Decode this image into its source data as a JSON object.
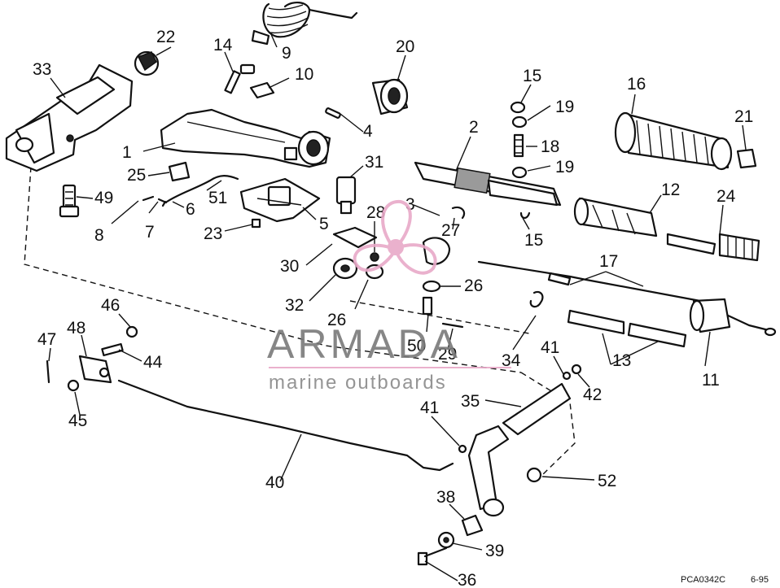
{
  "figure_code": "PCA0342C",
  "figure_date": "6-95",
  "watermark": {
    "name": "ARMADA",
    "tagline": "marine outboards",
    "name_color": "#7a7a7a",
    "tagline_color": "#8a8a8a",
    "accent_color": "#e8a9c8"
  },
  "callouts": [
    {
      "id": "c1",
      "label": "1"
    },
    {
      "id": "c2",
      "label": "2"
    },
    {
      "id": "c3",
      "label": "3"
    },
    {
      "id": "c4",
      "label": "4"
    },
    {
      "id": "c5",
      "label": "5"
    },
    {
      "id": "c6",
      "label": "6"
    },
    {
      "id": "c7",
      "label": "7"
    },
    {
      "id": "c8",
      "label": "8"
    },
    {
      "id": "c9",
      "label": "9"
    },
    {
      "id": "c10",
      "label": "10"
    },
    {
      "id": "c11",
      "label": "11"
    },
    {
      "id": "c12",
      "label": "12"
    },
    {
      "id": "c13",
      "label": "13"
    },
    {
      "id": "c14",
      "label": "14"
    },
    {
      "id": "c15a",
      "label": "15"
    },
    {
      "id": "c15b",
      "label": "15"
    },
    {
      "id": "c16",
      "label": "16"
    },
    {
      "id": "c17",
      "label": "17"
    },
    {
      "id": "c18",
      "label": "18"
    },
    {
      "id": "c19a",
      "label": "19"
    },
    {
      "id": "c19b",
      "label": "19"
    },
    {
      "id": "c20",
      "label": "20"
    },
    {
      "id": "c21",
      "label": "21"
    },
    {
      "id": "c22",
      "label": "22"
    },
    {
      "id": "c23",
      "label": "23"
    },
    {
      "id": "c24",
      "label": "24"
    },
    {
      "id": "c25",
      "label": "25"
    },
    {
      "id": "c26a",
      "label": "26"
    },
    {
      "id": "c26b",
      "label": "26"
    },
    {
      "id": "c27",
      "label": "27"
    },
    {
      "id": "c28",
      "label": "28"
    },
    {
      "id": "c29",
      "label": "29"
    },
    {
      "id": "c30",
      "label": "30"
    },
    {
      "id": "c31",
      "label": "31"
    },
    {
      "id": "c32",
      "label": "32"
    },
    {
      "id": "c33",
      "label": "33"
    },
    {
      "id": "c34",
      "label": "34"
    },
    {
      "id": "c35",
      "label": "35"
    },
    {
      "id": "c36",
      "label": "36"
    },
    {
      "id": "c38",
      "label": "38"
    },
    {
      "id": "c39",
      "label": "39"
    },
    {
      "id": "c40",
      "label": "40"
    },
    {
      "id": "c41a",
      "label": "41"
    },
    {
      "id": "c41b",
      "label": "41"
    },
    {
      "id": "c42",
      "label": "42"
    },
    {
      "id": "c44",
      "label": "44"
    },
    {
      "id": "c45",
      "label": "45"
    },
    {
      "id": "c46",
      "label": "46"
    },
    {
      "id": "c47",
      "label": "47"
    },
    {
      "id": "c48",
      "label": "48"
    },
    {
      "id": "c49",
      "label": "49"
    },
    {
      "id": "c50",
      "label": "50"
    },
    {
      "id": "c51",
      "label": "51"
    },
    {
      "id": "c52",
      "label": "52"
    }
  ]
}
